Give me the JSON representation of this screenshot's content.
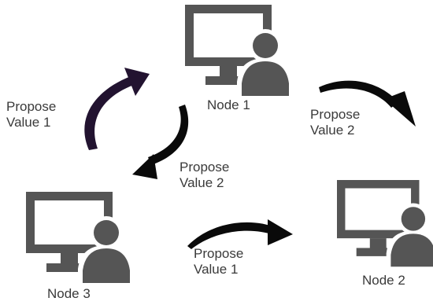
{
  "nodes": [
    {
      "name": "Node 1"
    },
    {
      "name": "Node 2"
    },
    {
      "name": "Node 3"
    }
  ],
  "arrows": [
    {
      "from": "Node 3",
      "to": "Node 1",
      "label_line1": "Propose",
      "label_line2": "Value 1",
      "color": "#221330"
    },
    {
      "from": "Node 1",
      "to": "Node 3",
      "label_line1": "Propose",
      "label_line2": "Value 2",
      "color": "#0a0a0a"
    },
    {
      "from": "Node 1",
      "to": "Node 2",
      "label_line1": "Propose",
      "label_line2": "Value 2",
      "color": "#0a0a0a"
    },
    {
      "from": "Node 3",
      "to": "Node 2",
      "label_line1": "Propose",
      "label_line2": "Value 1",
      "color": "#0a0a0a"
    }
  ],
  "colors": {
    "icon": "#555555",
    "text": "#3a3a3a",
    "arrow_purple": "#221330",
    "arrow_black": "#0a0a0a"
  },
  "icons": [
    "computer-user-icon"
  ]
}
